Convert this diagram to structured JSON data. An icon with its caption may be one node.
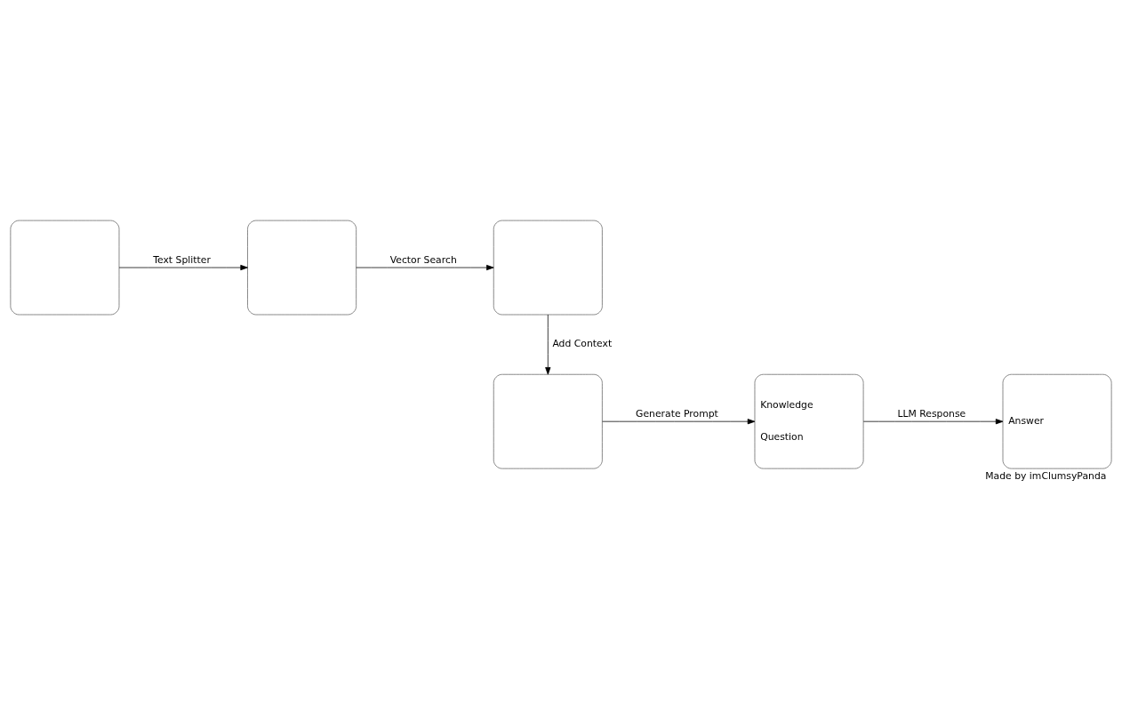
{
  "diagram": {
    "caption": "Made by imClumsyPanda",
    "nodes": [
      {
        "text": [],
        "shape": "box"
      },
      {
        "text": [],
        "shape": "box"
      },
      {
        "text": [],
        "shape": "box"
      },
      {
        "text": [],
        "shape": "box"
      },
      {
        "text": [
          "Knowledge",
          "Question"
        ]
      },
      {
        "text": [
          "Answer"
        ]
      }
    ],
    "edges": [
      {
        "from": 0,
        "to": 1,
        "arrow": "to",
        "label": "Text Splitter"
      },
      {
        "from": 1,
        "to": 2,
        "arrow": "to",
        "label": "Vector Search"
      },
      {
        "from": 2,
        "to": 3,
        "arrow": "to",
        "label": "Add Context"
      },
      {
        "from": 3,
        "to": 4,
        "arrow": "to",
        "label": "Generate Prompt"
      },
      {
        "from": 4,
        "to": 5,
        "arrow": "to",
        "label": "LLM Response"
      }
    ]
  }
}
